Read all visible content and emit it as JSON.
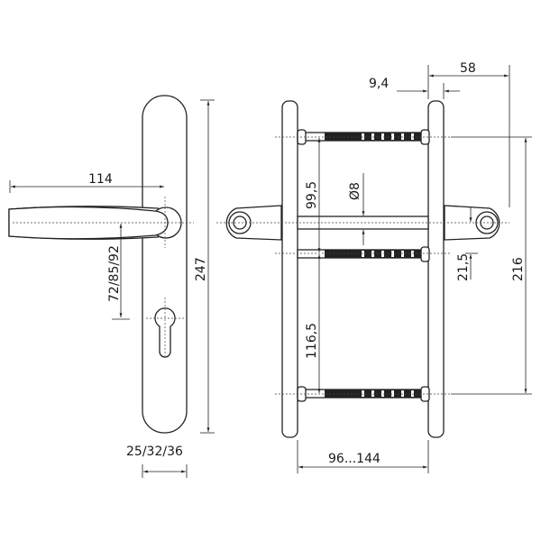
{
  "dimensions": {
    "lever_length": "114",
    "backset_distance": "72/85/92",
    "plate_height": "247",
    "plate_width": "25/32/36",
    "screw_distance_top": "99,5",
    "spindle_diameter": "Ø8",
    "screw_distance_bottom": "116,5",
    "spindle_offset": "21,5",
    "screw_spacing": "216",
    "plate_thickness": "9,4",
    "lever_projection": "58",
    "door_thickness": "96...144"
  },
  "colors": {
    "line": "#222222",
    "background": "#ffffff"
  }
}
